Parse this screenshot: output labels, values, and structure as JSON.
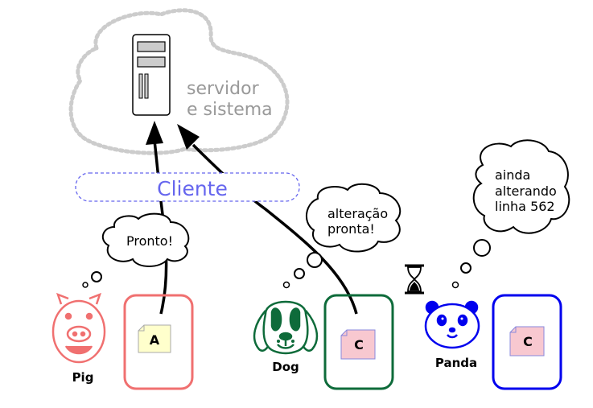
{
  "server": {
    "label_line1": "servidor",
    "label_line2": "e sistema"
  },
  "client": {
    "label": "Cliente"
  },
  "users": [
    {
      "name": "Pig",
      "file_letter": "A",
      "thought": [
        "Pronto!"
      ],
      "color": "#f07070"
    },
    {
      "name": "Dog",
      "file_letter": "C",
      "thought": [
        "alteração",
        "pronta!"
      ],
      "color": "#0e6b3a"
    },
    {
      "name": "Panda",
      "file_letter": "C",
      "thought": [
        "ainda",
        "alterando",
        "linha 562"
      ],
      "color": "#0000ee"
    }
  ],
  "icons": {
    "server": "server-tower-icon",
    "cloud": "cloud-icon",
    "hourglass": "hourglass-icon",
    "pig": "pig-face-icon",
    "dog": "dog-face-icon",
    "panda": "panda-face-icon",
    "file": "file-icon"
  },
  "colors": {
    "cloud": "#cccccc",
    "server_text": "#999999",
    "client": "#6666ee",
    "pig": "#f07070",
    "dog": "#0e6b3a",
    "panda": "#0000ee",
    "file_A_fill": "#ffffcc",
    "file_C_fill": "#f8c8d0",
    "file_C_stroke": "#8888dd"
  }
}
